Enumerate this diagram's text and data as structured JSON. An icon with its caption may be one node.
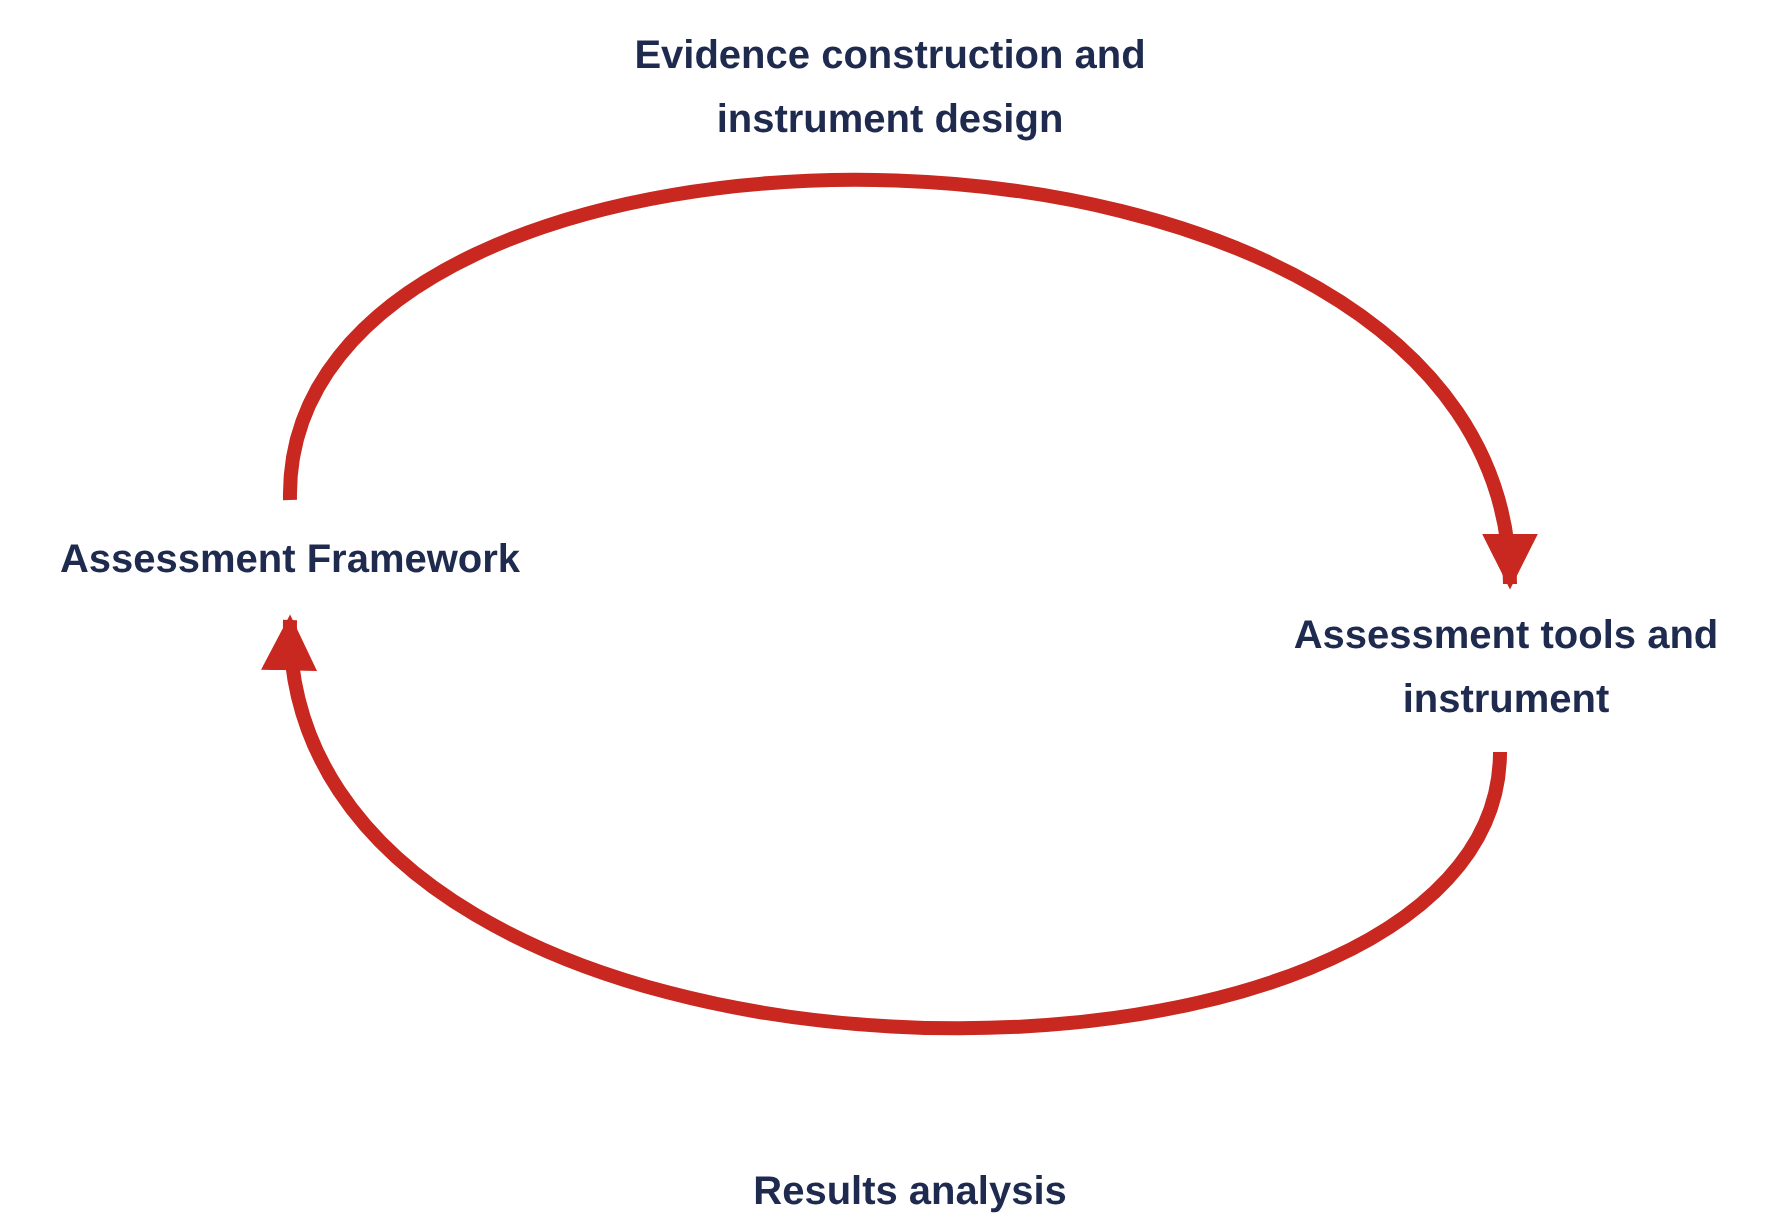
{
  "diagram": {
    "nodes": [
      {
        "text": [
          "Assessment Framework"
        ]
      },
      {
        "text": [
          "Assessment tools and instrument"
        ]
      }
    ],
    "edges": [
      {
        "from": 0,
        "to": 1,
        "arrow": "to",
        "label": "Evidence construction and instrument design"
      },
      {
        "from": 1,
        "to": 0,
        "arrow": "to",
        "label": "Results analysis"
      }
    ]
  }
}
